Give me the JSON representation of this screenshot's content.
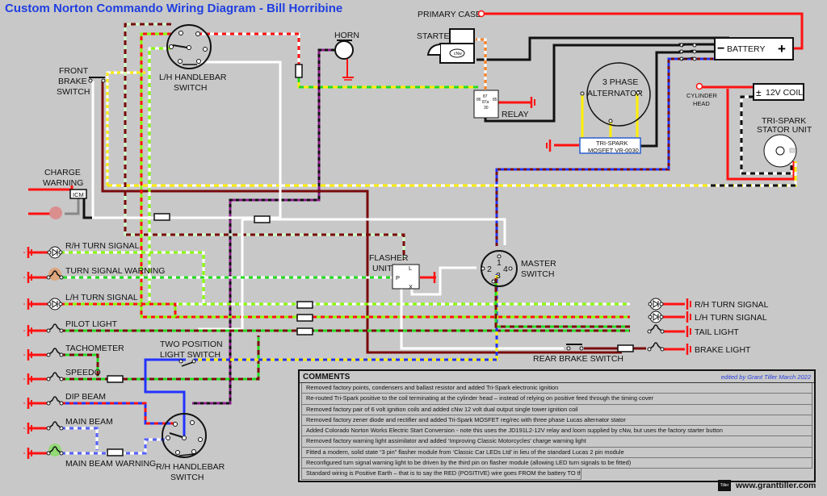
{
  "title": "Custom Norton Commando Wiring Diagram - Bill Horribine",
  "components": {
    "primary_case": "PRIMARY CASE",
    "starter": "STARTER",
    "battery": "BATTERY",
    "battery_neg": "−",
    "battery_pos": "+",
    "relay": "RELAY",
    "relay_pins": {
      "p86": "86",
      "p87": "87",
      "p87a": "87a",
      "p85": "85",
      "p30": "30"
    },
    "horn": "HORN",
    "alternator_line1": "3 PHASE",
    "alternator_line2": "ALTERNATOR",
    "mosfet_line1": "TRI-SPARK",
    "mosfet_line2": "MOSFET VR-0030",
    "cylinder_head_line1": "CYLINDER",
    "cylinder_head_line2": "HEAD",
    "coil": "12V COIL",
    "coil_pm": "±",
    "stator_line1": "TRI-SPARK",
    "stator_line2": "STATOR UNIT",
    "lh_switch_line1": "L/H HANDLEBAR",
    "lh_switch_line2": "SWITCH",
    "front_brake_line1": "FRONT",
    "front_brake_line2": "BRAKE",
    "front_brake_line3": "SWITCH",
    "charge_warning_line1": "CHARGE",
    "charge_warning_line2": "WARNING",
    "icm": "ICM",
    "flasher_line1": "FLASHER",
    "flasher_line2": "UNIT",
    "flasher_pins": {
      "l": "L",
      "p": "P",
      "x": "X"
    },
    "master_switch_line1": "MASTER",
    "master_switch_line2": "SWITCH",
    "master_pins": {
      "p1": "1",
      "p2": "2",
      "p3": "3",
      "p4": "4"
    },
    "two_pos_line1": "TWO POSITION",
    "two_pos_line2": "LIGHT SWITCH",
    "rh_switch_line1": "R/H HANDLEBAR",
    "rh_switch_line2": "SWITCH",
    "rear_brake": "REAR BRAKE SWITCH"
  },
  "left_loads": [
    {
      "label": "R/H TURN SIGNAL"
    },
    {
      "label": "TURN SIGNAL WARNING"
    },
    {
      "label": "L/H TURN SIGNAL"
    },
    {
      "label": "PILOT LIGHT"
    },
    {
      "label": "TACHOMETER"
    },
    {
      "label": "SPEEDO"
    },
    {
      "label": "DIP BEAM"
    },
    {
      "label": "MAIN BEAM"
    },
    {
      "label": "MAIN BEAM WARNING"
    }
  ],
  "right_loads": [
    {
      "label": "R/H TURN SIGNAL"
    },
    {
      "label": "L/H TURN SIGNAL"
    },
    {
      "label": "TAIL LIGHT"
    },
    {
      "label": "BRAKE LIGHT"
    }
  ],
  "comments": {
    "heading": "COMMENTS",
    "edited_by": "edited by Grant Tiller March 2022",
    "rows": [
      "Removed factory points, condensers and ballast resistor and added Tri-Spark electronic ignition",
      "Re-routed Tri-Spark positive to the coil terminating at the cylinder head – instead of relying on positive feed through the timing cover",
      "Removed factory pair of 6 volt ignition coils and added cNw 12 volt dual output single tower ignition coil",
      "Removed factory zener diode and rectifier and added Tri-Spark MOSFET reg/rec with three phase Lucas alternator stator",
      "Added Colorado Norton Works Electric Start Conversion - note this uses the JD191L2-12V relay and loom supplied by cNw, but uses the factory starter button",
      "Removed factory warning light assimilator and added ‘Improving Classic Motorcycles’ charge warning light",
      "Fitted a modern, solid state “3 pin” flasher module from ‘Classic Car LEDs Ltd’ in lieu of the standard Lucas 2 pin module",
      "Reconfigured turn signal warning light to be driven by the third pin on flasher module (allowing LED turn signals to be fitted)",
      "Standard wiring is Positive Earth – that is to say the RED (POSITIVE) wire goes FROM the battery TO the frame"
    ]
  },
  "footer": {
    "logo": "Tiller",
    "url": "www.granttiller.com"
  },
  "colors": {
    "background": "#c8c8c8",
    "title": "#1f3fe0",
    "red": "#ff1010",
    "brown": "#7a0a0a",
    "green": "#22dd22",
    "lime": "#88ff00",
    "yellow": "#ffee00",
    "blue": "#2233ff",
    "purple": "#8a1a8a",
    "white": "#ffffff",
    "black": "#111111",
    "orange": "#ff8020",
    "pale_green": "#ccffcc"
  }
}
